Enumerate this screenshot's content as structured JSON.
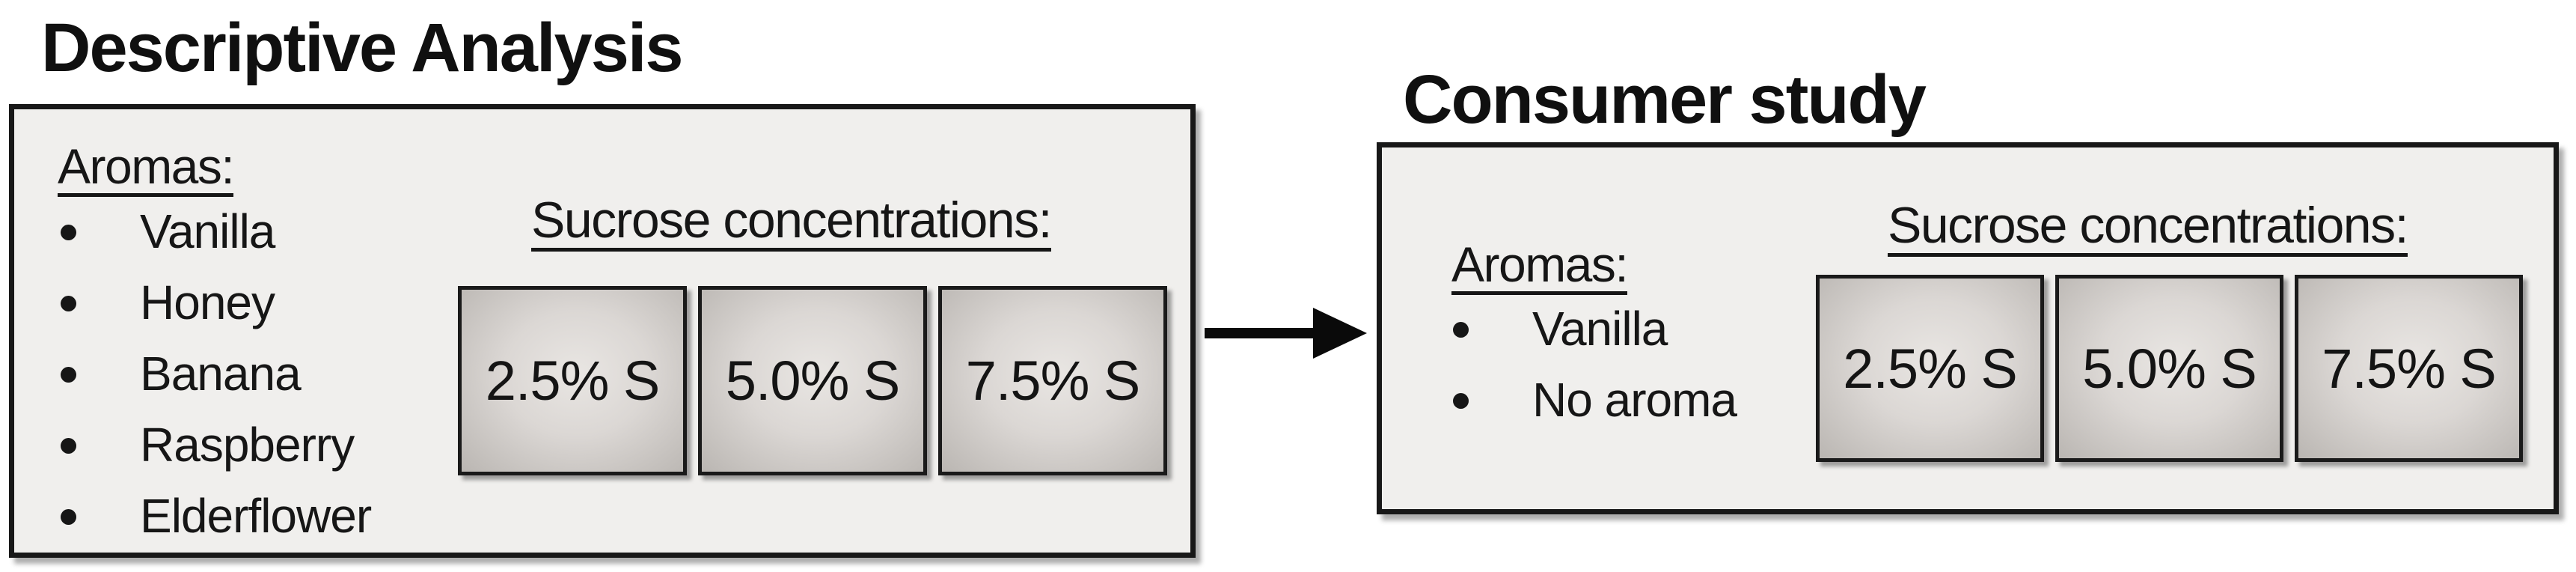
{
  "descriptive_analysis": {
    "title": "Descriptive Analysis",
    "aromas": {
      "heading": "Aromas:",
      "items": [
        "Vanilla",
        "Honey",
        "Banana",
        "Raspberry",
        "Elderflower"
      ]
    },
    "sucrose": {
      "heading": "Sucrose concentrations:",
      "boxes": [
        "2.5% S",
        "5.0% S",
        "7.5% S"
      ]
    }
  },
  "consumer_study": {
    "title": "Consumer study",
    "aromas": {
      "heading": "Aromas:",
      "items": [
        "Vanilla",
        "No aroma"
      ]
    },
    "sucrose": {
      "heading": "Sucrose concentrations:",
      "boxes": [
        "2.5% S",
        "5.0% S",
        "7.5% S"
      ]
    }
  },
  "arrow": {
    "icon": "arrow-right-icon",
    "direction": "right"
  },
  "colors": {
    "page_background": "#ffffff",
    "panel_background": "#f0efed",
    "outline": "#181818",
    "sample_box_center": "#e9e6e3",
    "sample_box_edge": "#bab6b2",
    "text": "#161616"
  }
}
